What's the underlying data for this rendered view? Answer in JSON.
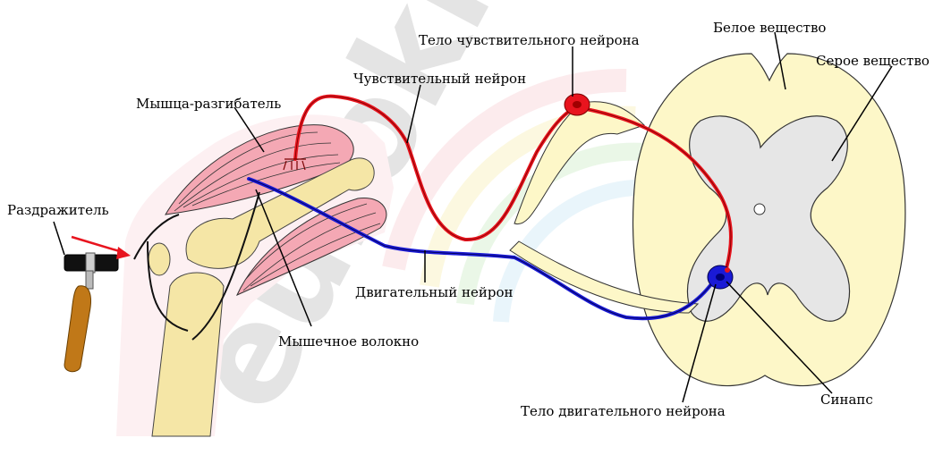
{
  "labels": {
    "stimulus": "Раздражитель",
    "extensor_muscle": "Мышца-разгибатель",
    "sensory_neuron": "Чувствительный нейрон",
    "sensory_neuron_body": "Тело чувствительного нейрона",
    "white_matter": "Белое вещество",
    "gray_matter": "Серое вещество",
    "motor_neuron": "Двигательный нейрон",
    "muscle_fiber": "Мышечное волокно",
    "synapse": "Синапс",
    "motor_neuron_body": "Тело двигательного нейрона"
  },
  "watermark": "euroki",
  "colors": {
    "sensory": "#e8141e",
    "motor": "#1a1ad6",
    "muscle": "#f4a8b4",
    "bone": "#f5e6a6",
    "skin": "#fdf0f2",
    "white_matter": "#fdf7c8",
    "gray_matter": "#e6e6e6",
    "arrow": "#e8141e",
    "hammer_handle": "#c07818"
  },
  "icons": {
    "hammer": "reflex-hammer-icon",
    "arrow": "arrow-right-icon"
  }
}
